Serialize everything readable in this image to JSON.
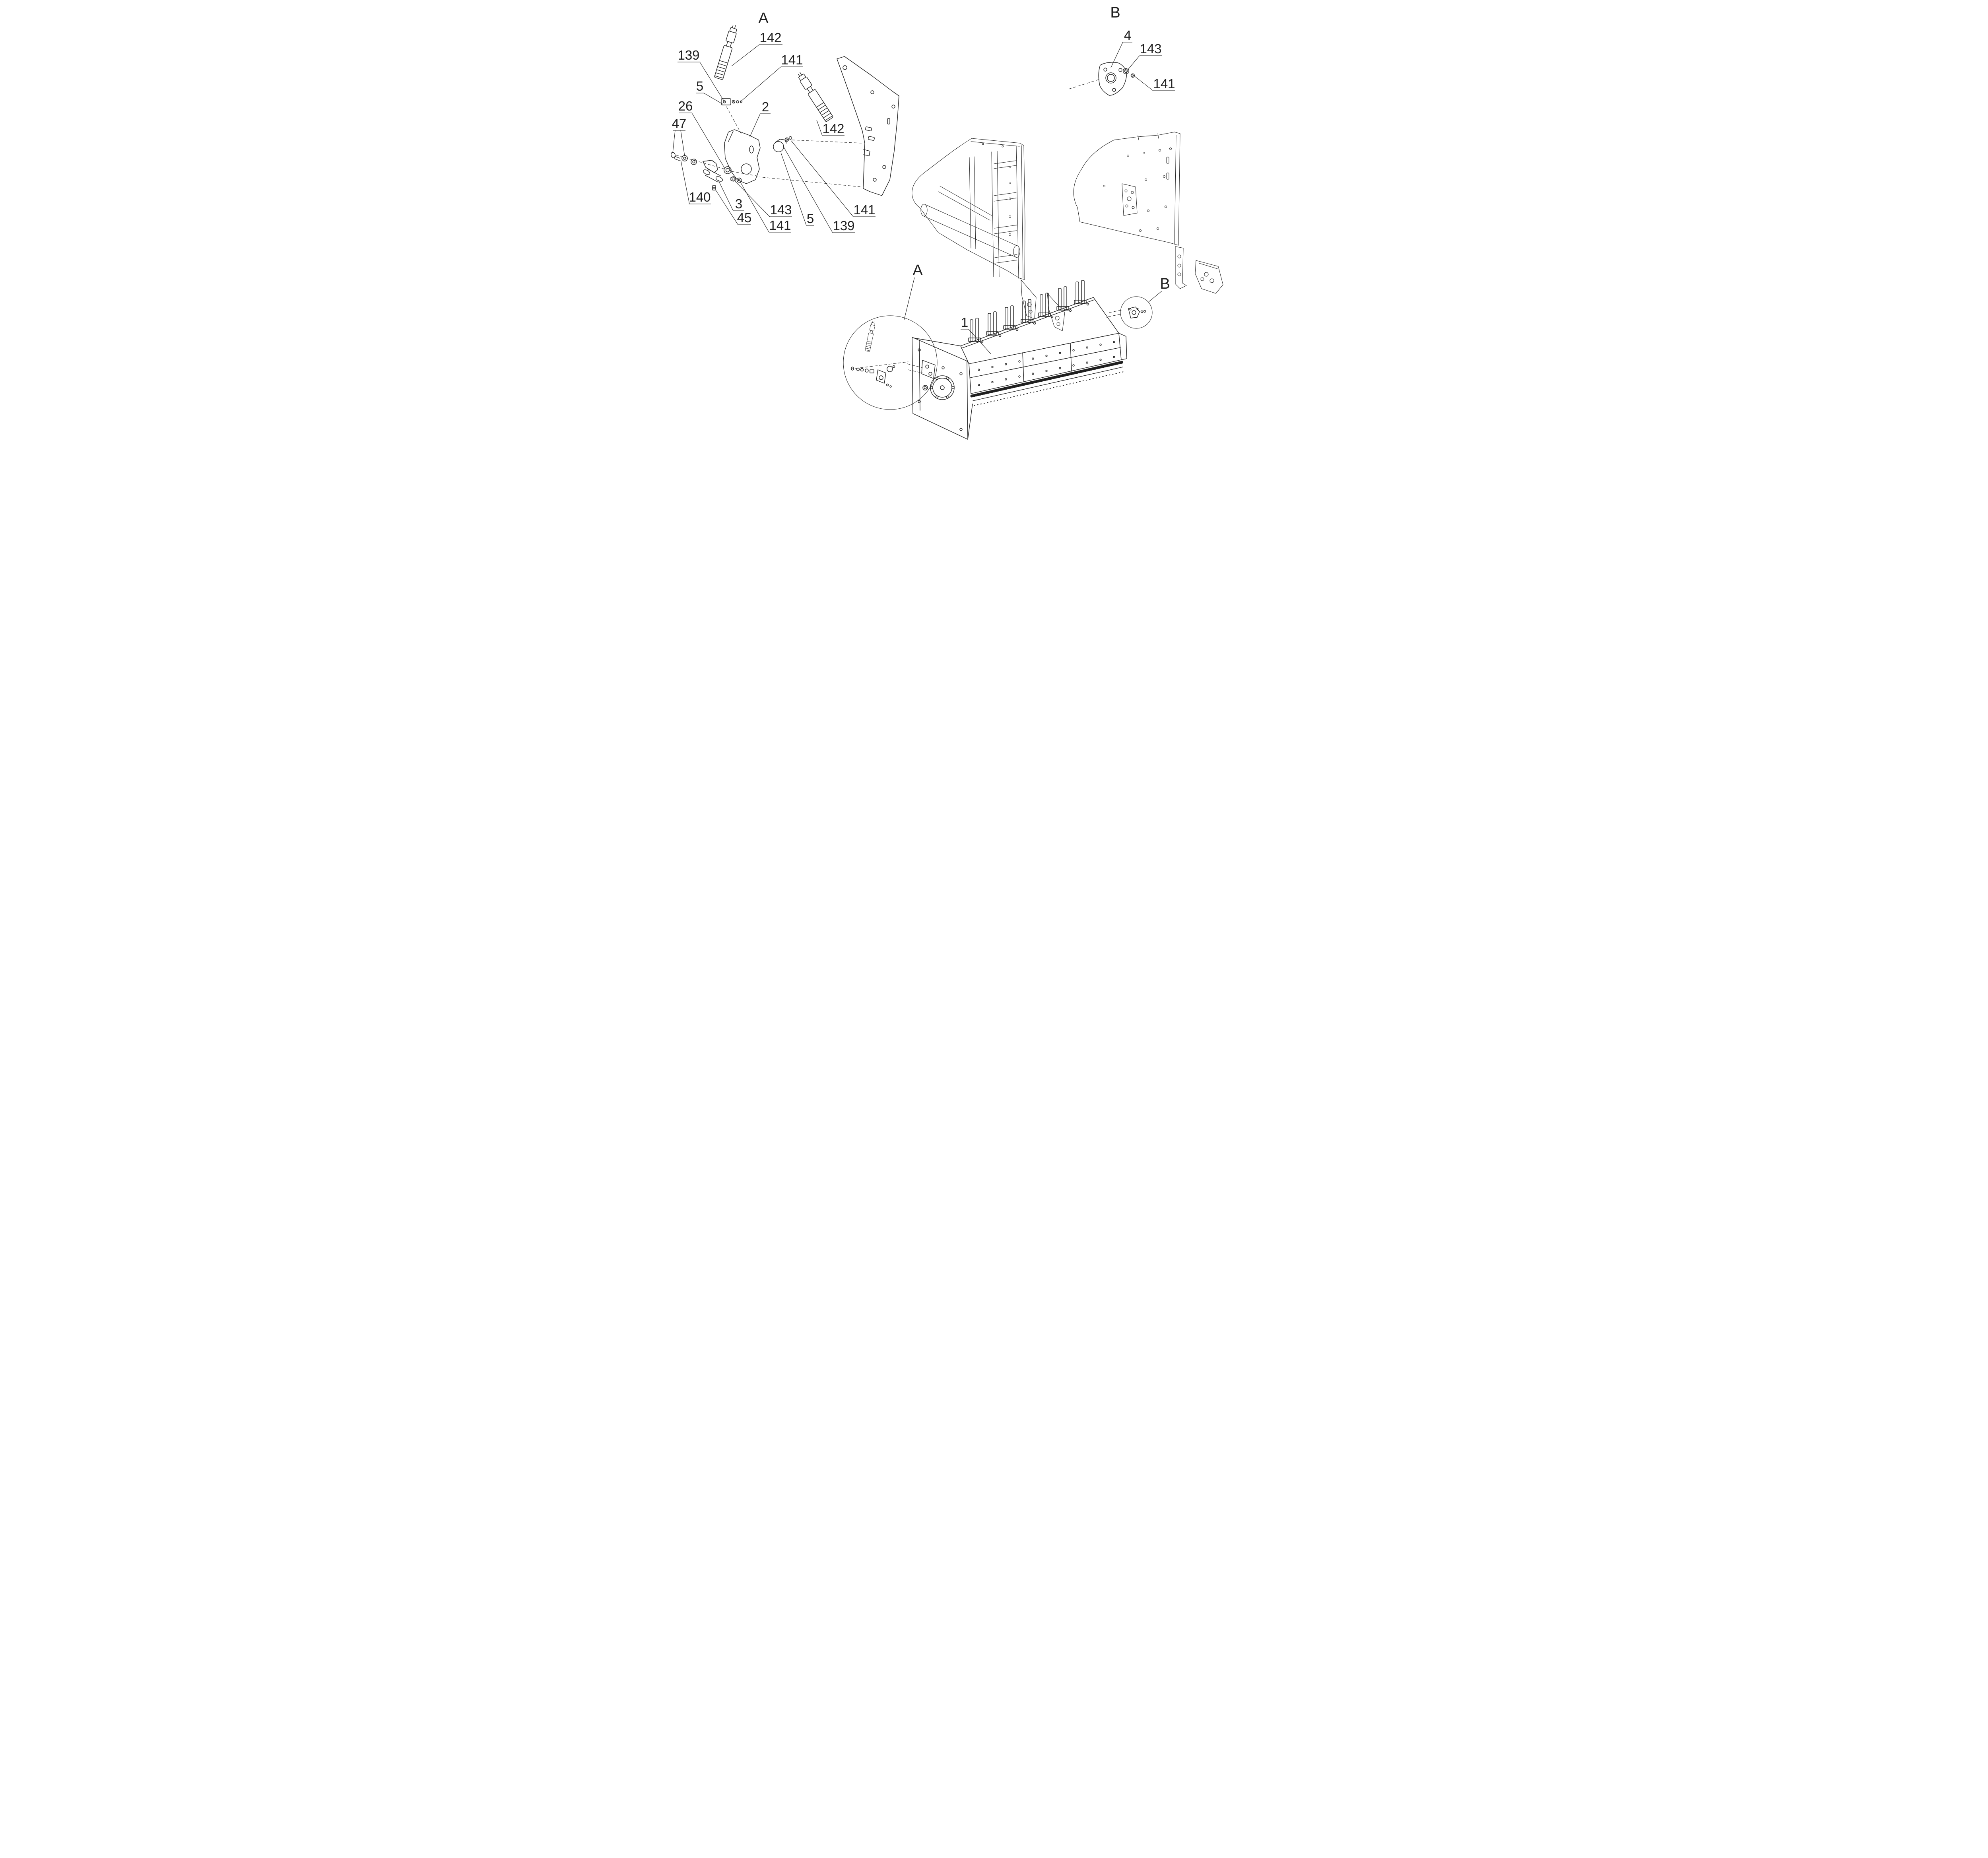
{
  "diagram": {
    "type": "exploded-parts-diagram",
    "style": {
      "background": "#ffffff",
      "line_color": "#1f1f1f"
    },
    "labels": {
      "detail_a": "A",
      "detail_b": "B",
      "part_1": "1",
      "part_2": "2",
      "part_3": "3",
      "part_4": "4",
      "part_5": "5",
      "part_26": "26",
      "part_45": "45",
      "part_47": "47",
      "part_139": "139",
      "part_140": "140",
      "part_141": "141",
      "part_142": "142",
      "part_143": "143"
    }
  }
}
